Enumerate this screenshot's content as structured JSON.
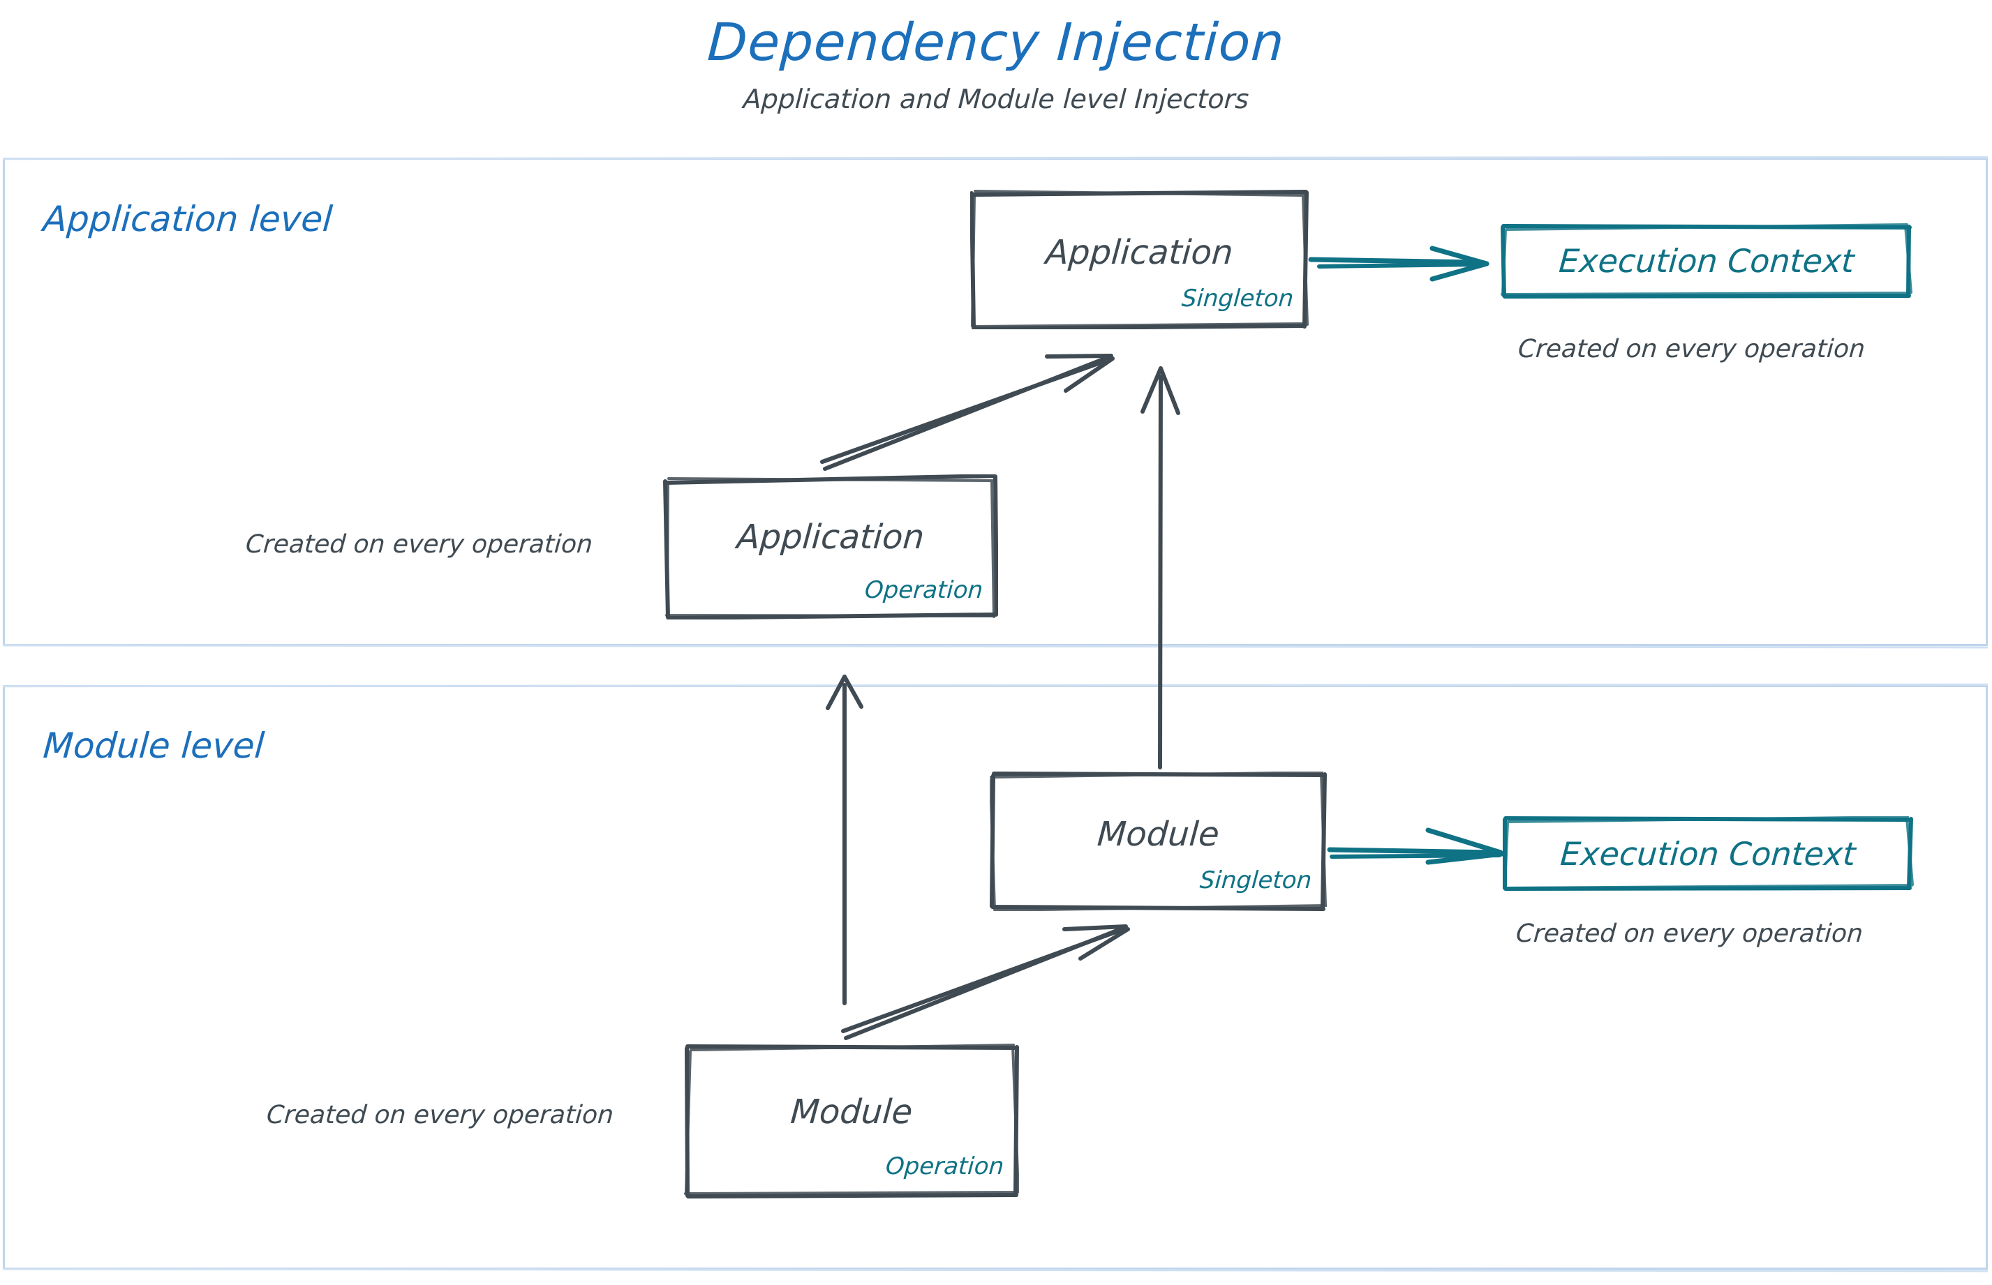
{
  "title": "Dependency Injection",
  "subtitle": "Application and Module level Injectors",
  "colors": {
    "title_blue": "#1c6fba",
    "node_gray": "#3f4a52",
    "scope_teal": "#0f7285",
    "container_blue": "#c0d4ec",
    "background": "#ffffff"
  },
  "levels": [
    {
      "id": "application",
      "label": "Application level"
    },
    {
      "id": "module",
      "label": "Module level"
    }
  ],
  "nodes": {
    "app_singleton": {
      "label": "Application",
      "scope": "Singleton"
    },
    "app_operation": {
      "label": "Application",
      "scope": "Operation"
    },
    "module_singleton": {
      "label": "Module",
      "scope": "Singleton"
    },
    "module_operation": {
      "label": "Module",
      "scope": "Operation"
    }
  },
  "exec_contexts": {
    "application": {
      "label": "Execution Context",
      "caption": "Created on every operation"
    },
    "module": {
      "label": "Execution Context",
      "caption": "Created on every operation"
    }
  },
  "captions": {
    "app_operation": "Created on every operation",
    "module_operation": "Created on every operation"
  },
  "arrows": [
    {
      "name": "app-operation-to-app-singleton",
      "style": "sketch-double",
      "color": "#3f4a52"
    },
    {
      "name": "module-singleton-to-app-singleton",
      "style": "sketch-single",
      "color": "#3f4a52"
    },
    {
      "name": "app-singleton-to-execution-context",
      "style": "sketch-double",
      "color": "#0f7285"
    },
    {
      "name": "module-operation-to-module-singleton",
      "style": "sketch-double",
      "color": "#3f4a52"
    },
    {
      "name": "module-operation-to-application-level",
      "style": "sketch-single",
      "color": "#3f4a52"
    },
    {
      "name": "module-singleton-to-execution-context",
      "style": "sketch-double",
      "color": "#0f7285"
    }
  ]
}
